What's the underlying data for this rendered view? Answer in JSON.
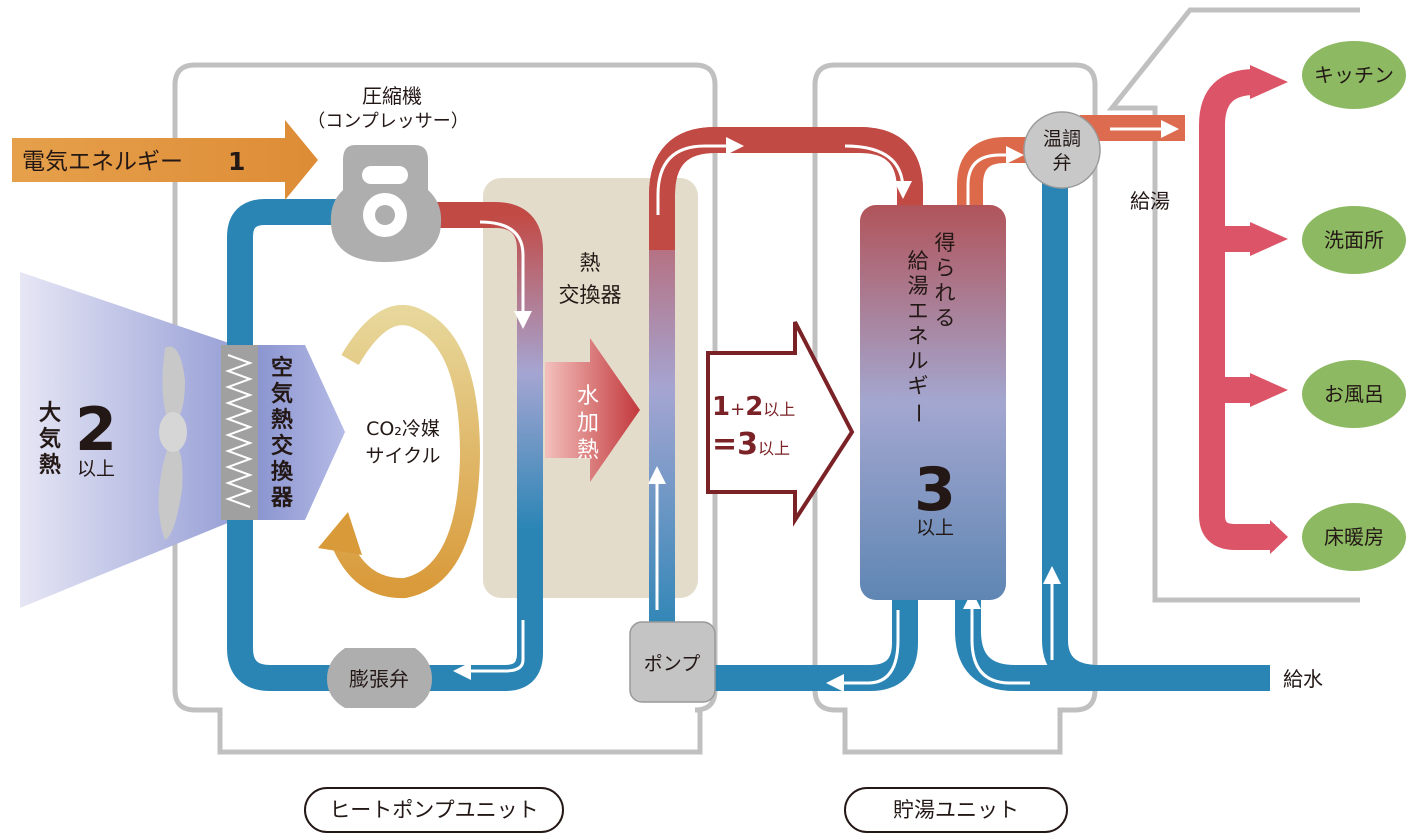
{
  "labels": {
    "compressor": "圧縮機",
    "compressor_sub": "（コンプレッサー）",
    "electric_energy": "電気エネルギー",
    "electric_energy_value": "1",
    "heat_exchanger_line1": "熱",
    "heat_exchanger_line2": "交換器",
    "air_heat_value": "2",
    "air_heat_suffix": "以上",
    "air_heat_chars": [
      "大",
      "気",
      "熱"
    ],
    "air_heat_exchanger_chars": [
      "空",
      "気",
      "熱",
      "交",
      "換",
      "器"
    ],
    "refrigerant_line1": "CO₂冷媒",
    "refrigerant_line2": "サイクル",
    "water_heating_chars": [
      "水",
      "加",
      "熱"
    ],
    "equation_line1_a": "1",
    "equation_line1_plus": "+",
    "equation_line1_b": "2",
    "equation_line1_suffix": "以上",
    "equation_line2_eq": "=3",
    "equation_line2_suffix": "以上",
    "hot_water_energy_col1": [
      "給",
      "湯",
      "エ",
      "ネ",
      "ル",
      "ギ",
      "ー"
    ],
    "hot_water_energy_col2": [
      "得",
      "ら",
      "れ",
      "る"
    ],
    "hot_water_energy_value": "3",
    "hot_water_energy_suffix": "以上",
    "expansion_valve": "膨張弁",
    "pump": "ポンプ",
    "temp_valve_line1": "温調",
    "temp_valve_line2": "弁",
    "hot_water_supply": "給湯",
    "water_supply": "給水",
    "heat_pump_unit": "ヒートポンプユニット",
    "storage_unit": "貯湯ユニット"
  },
  "destinations": [
    "キッチン",
    "洗面所",
    "お風呂",
    "床暖房"
  ],
  "colors": {
    "cold_pipe": "#2a85b5",
    "hot_pipe": "#c24a45",
    "electric_arrow": "#de913c",
    "destination_pipe": "#dc5468",
    "destination_bubble": "#8cb962",
    "unit_outline": "#c0c0c0",
    "equation_arrow": "#7b2226",
    "refrigerant_cycle": "#dfc66a"
  }
}
